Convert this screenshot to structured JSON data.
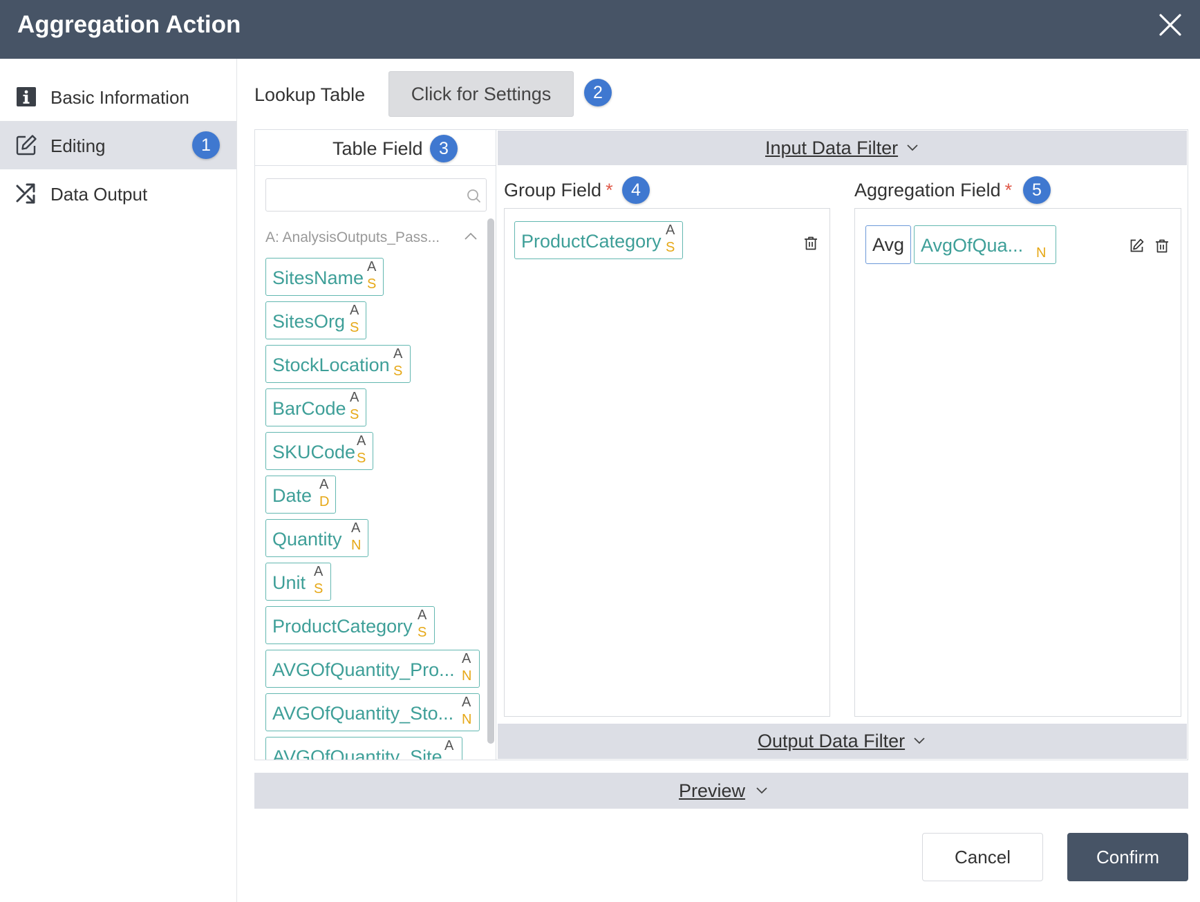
{
  "window": {
    "title": "Aggregation Action"
  },
  "sidebar": {
    "items": [
      {
        "label": "Basic Information",
        "icon": "info-icon"
      },
      {
        "label": "Editing",
        "icon": "edit-icon",
        "badge": "1",
        "active": true
      },
      {
        "label": "Data Output",
        "icon": "shuffle-icon"
      }
    ]
  },
  "lookup": {
    "label": "Lookup Table",
    "button_label": "Click for Settings",
    "badge": "2"
  },
  "table_field": {
    "header": "Table Field",
    "badge": "3",
    "search_value": "",
    "group_name": "A: AnalysisOutputs_Pass...",
    "fields": [
      {
        "name": "SitesName",
        "source": "A",
        "type": "S"
      },
      {
        "name": "SitesOrg",
        "source": "A",
        "type": "S"
      },
      {
        "name": "StockLocation",
        "source": "A",
        "type": "S"
      },
      {
        "name": "BarCode",
        "source": "A",
        "type": "S"
      },
      {
        "name": "SKUCode",
        "source": "A",
        "type": "S"
      },
      {
        "name": "Date",
        "source": "A",
        "type": "D"
      },
      {
        "name": "Quantity",
        "source": "A",
        "type": "N"
      },
      {
        "name": "Unit",
        "source": "A",
        "type": "S"
      },
      {
        "name": "ProductCategory",
        "source": "A",
        "type": "S"
      },
      {
        "name": "AVGOfQuantity_Pro...",
        "source": "A",
        "type": "N"
      },
      {
        "name": "AVGOfQuantity_Sto...",
        "source": "A",
        "type": "N"
      },
      {
        "name": "AVGOfQuantity_Site...",
        "source": "A",
        "type": ""
      }
    ]
  },
  "input_filter": {
    "label": "Input Data Filter"
  },
  "group_field": {
    "label": "Group Field",
    "required_mark": "*",
    "badge": "4",
    "items": [
      {
        "name": "ProductCategory",
        "source": "A",
        "type": "S"
      }
    ]
  },
  "aggregation_field": {
    "label": "Aggregation Field",
    "required_mark": "*",
    "badge": "5",
    "items": [
      {
        "function": "Avg",
        "name": "AvgOfQua...",
        "type": "N"
      }
    ]
  },
  "output_filter": {
    "label": "Output Data Filter"
  },
  "preview": {
    "label": "Preview"
  },
  "footer": {
    "cancel_label": "Cancel",
    "confirm_label": "Confirm"
  },
  "colors": {
    "titlebar": "#475466",
    "badge": "#3f78d0",
    "chip_border": "#62b7b0",
    "chip_text": "#3e9f98",
    "type_tag": "#e6a817",
    "required": "#e05a4a"
  }
}
